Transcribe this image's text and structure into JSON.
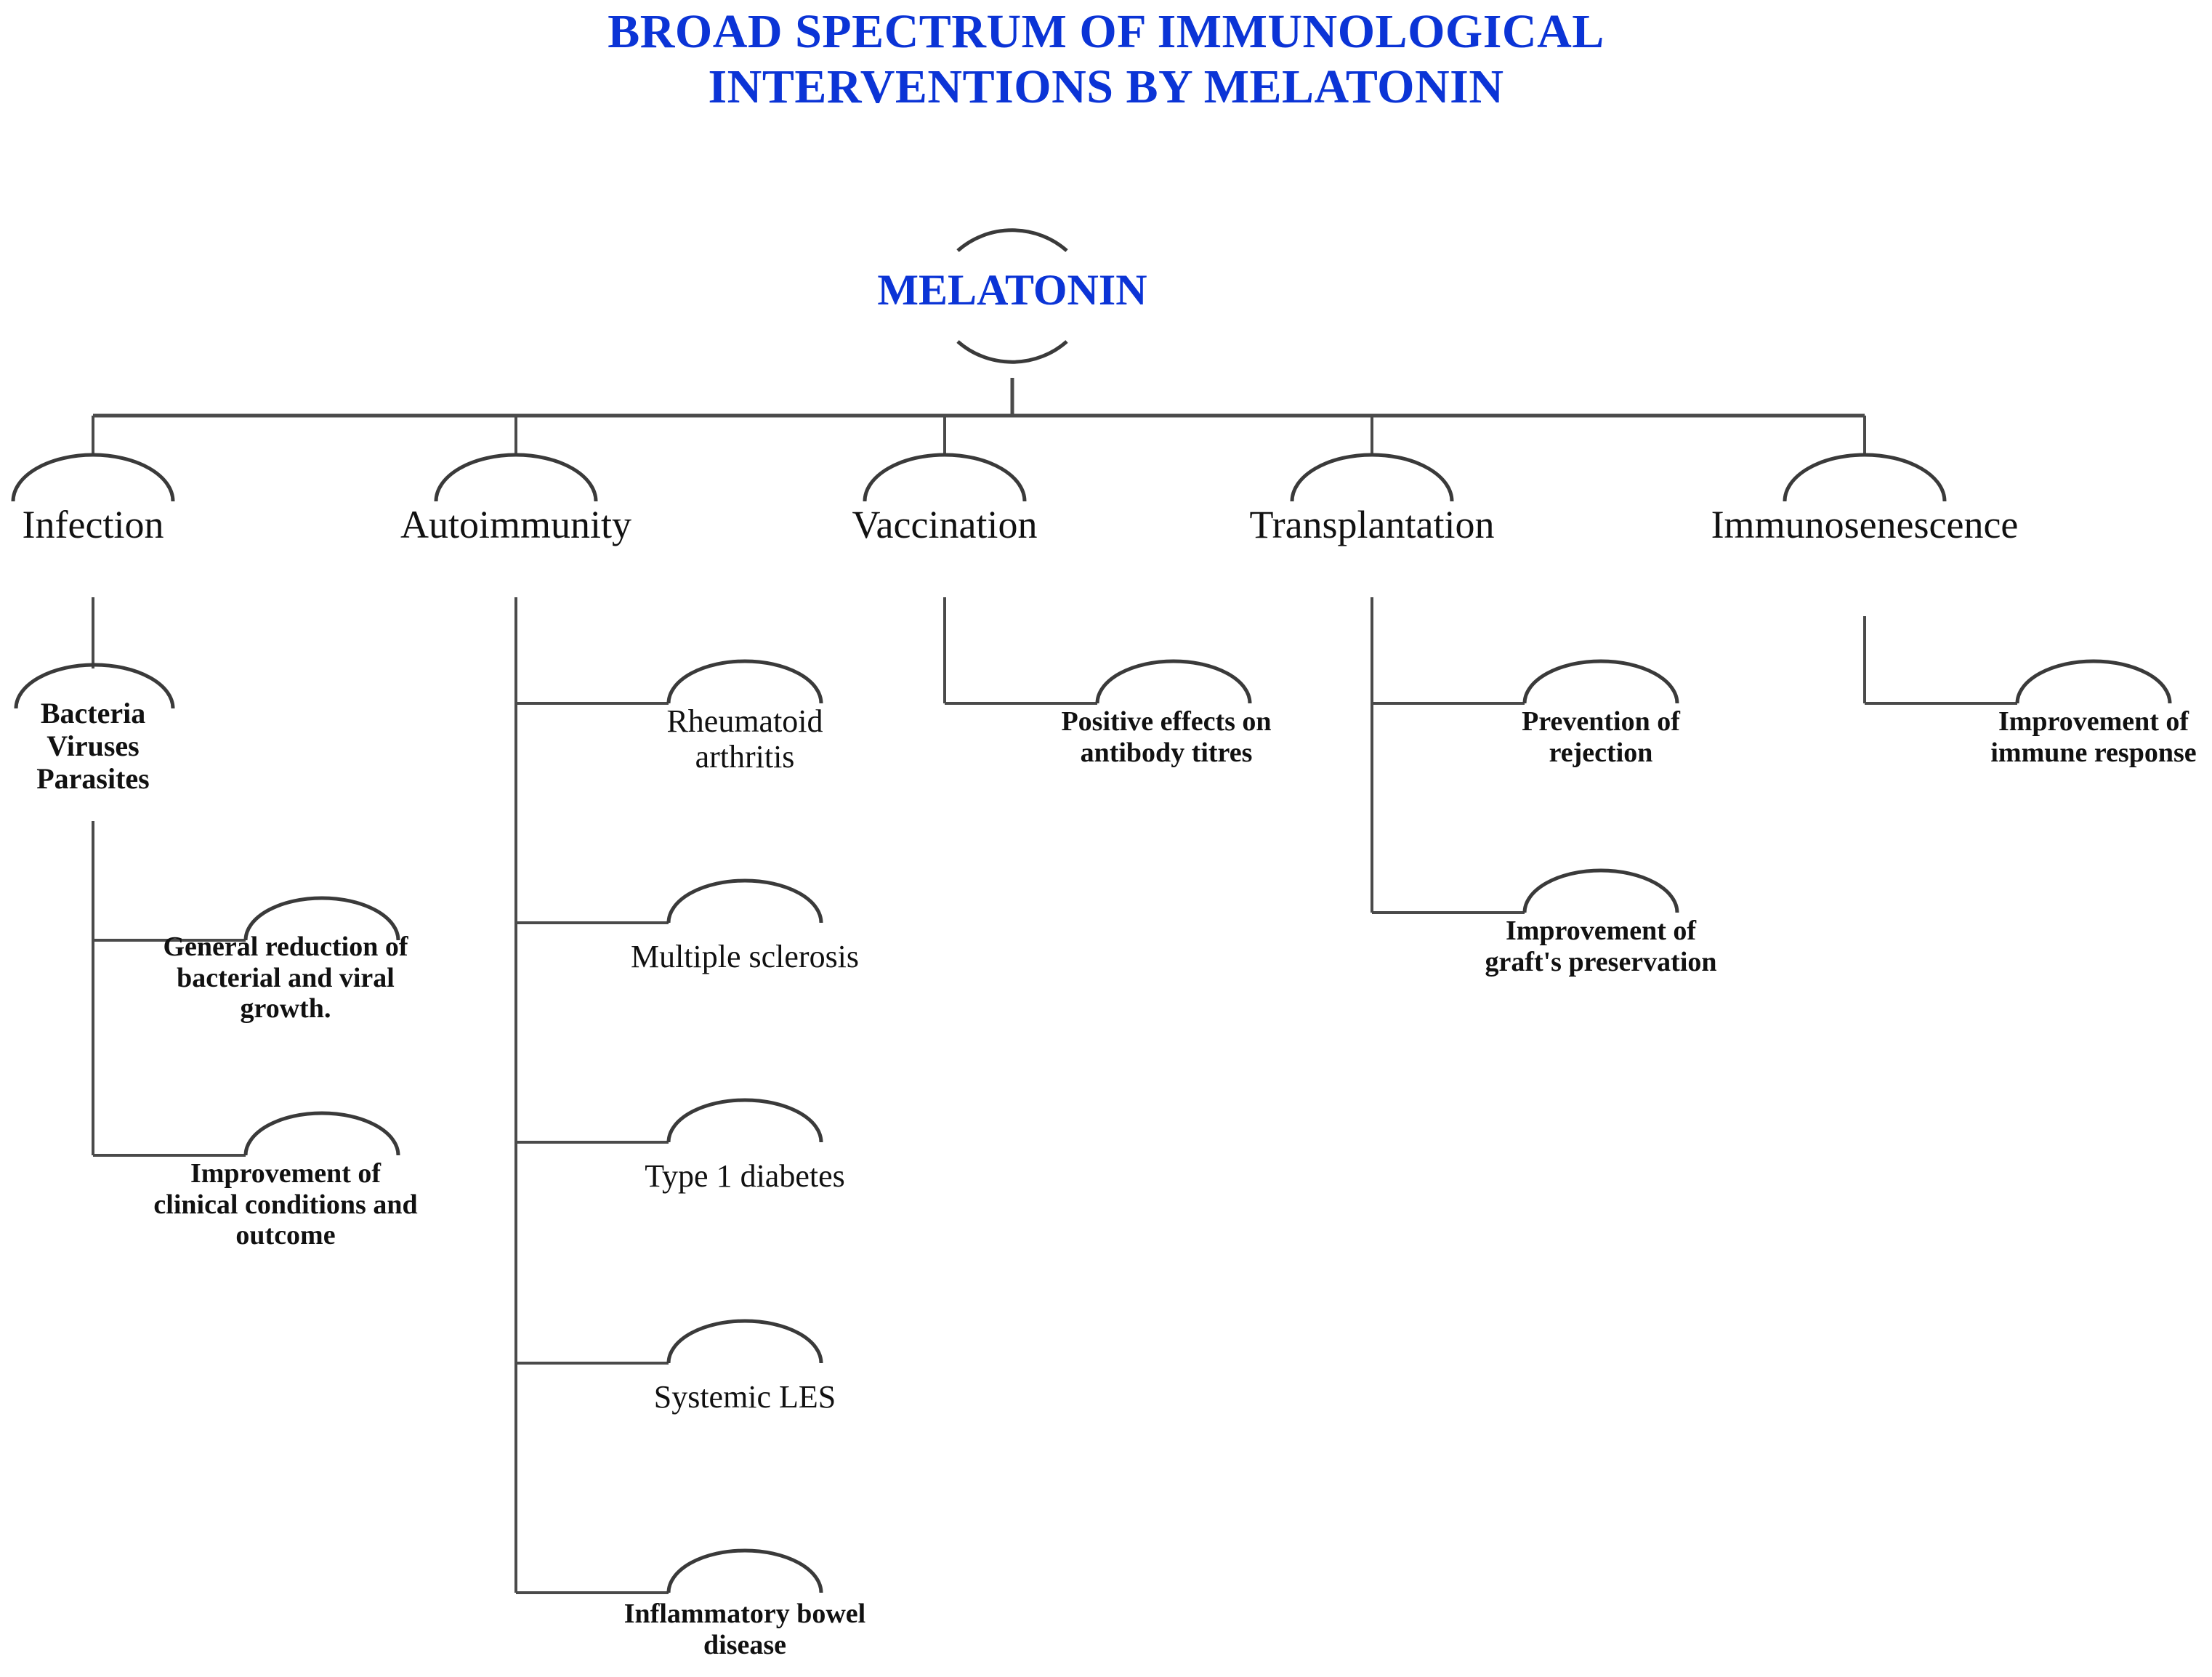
{
  "title": {
    "line1": "BROAD SPECTRUM OF IMMUNOLOGICAL",
    "line2": "INTERVENTIONS BY MELATONIN",
    "color": "#0b34d6"
  },
  "root": {
    "label": "MELATONIN",
    "color": "#0b34d6"
  },
  "branches": [
    {
      "id": "infection",
      "label": "Infection",
      "children": [
        {
          "id": "bacteria-viruses-parasites",
          "label": "Bacteria\nViruses\nParasites",
          "children": [
            {
              "id": "general-reduction",
              "label": "General reduction of\nbacterial and viral\ngrowth."
            },
            {
              "id": "improvement-clinical",
              "label": "Improvement of\nclinical conditions and\noutcome"
            }
          ]
        }
      ]
    },
    {
      "id": "autoimmunity",
      "label": "Autoimmunity",
      "children": [
        {
          "id": "rheumatoid-arthritis",
          "label": "Rheumatoid\narthritis"
        },
        {
          "id": "multiple-sclerosis",
          "label": "Multiple sclerosis"
        },
        {
          "id": "type-1-diabetes",
          "label": "Type 1 diabetes"
        },
        {
          "id": "systemic-les",
          "label": "Systemic LES"
        },
        {
          "id": "inflammatory-bowel-disease",
          "label": "Inflammatory bowel\ndisease"
        }
      ]
    },
    {
      "id": "vaccination",
      "label": "Vaccination",
      "children": [
        {
          "id": "positive-effects-antibody-titres",
          "label": "Positive effects on\nantibody titres"
        }
      ]
    },
    {
      "id": "transplantation",
      "label": "Transplantation",
      "children": [
        {
          "id": "prevention-of-rejection",
          "label": "Prevention of\nrejection"
        },
        {
          "id": "improvement-graft-preservation",
          "label": "Improvement of\ngraft's preservation"
        }
      ]
    },
    {
      "id": "immunosenescence",
      "label": "Immunosenescence",
      "children": [
        {
          "id": "improvement-immune-response",
          "label": "Improvement of\nimmune response"
        }
      ]
    }
  ],
  "chart_data": {
    "type": "table",
    "title": "BROAD SPECTRUM OF IMMUNOLOGICAL INTERVENTIONS BY MELATONIN",
    "root": "MELATONIN",
    "nodes": [
      {
        "level": 1,
        "name": "Infection",
        "parent": "MELATONIN"
      },
      {
        "level": 2,
        "name": "Bacteria Viruses Parasites",
        "parent": "Infection"
      },
      {
        "level": 3,
        "name": "General reduction of bacterial and viral growth.",
        "parent": "Bacteria Viruses Parasites"
      },
      {
        "level": 3,
        "name": "Improvement of clinical conditions and outcome",
        "parent": "Bacteria Viruses Parasites"
      },
      {
        "level": 1,
        "name": "Autoimmunity",
        "parent": "MELATONIN"
      },
      {
        "level": 2,
        "name": "Rheumatoid arthritis",
        "parent": "Autoimmunity"
      },
      {
        "level": 2,
        "name": "Multiple sclerosis",
        "parent": "Autoimmunity"
      },
      {
        "level": 2,
        "name": "Type 1 diabetes",
        "parent": "Autoimmunity"
      },
      {
        "level": 2,
        "name": "Systemic LES",
        "parent": "Autoimmunity"
      },
      {
        "level": 2,
        "name": "Inflammatory bowel disease",
        "parent": "Autoimmunity"
      },
      {
        "level": 1,
        "name": "Vaccination",
        "parent": "MELATONIN"
      },
      {
        "level": 2,
        "name": "Positive effects on antibody titres",
        "parent": "Vaccination"
      },
      {
        "level": 1,
        "name": "Transplantation",
        "parent": "MELATONIN"
      },
      {
        "level": 2,
        "name": "Prevention of rejection",
        "parent": "Transplantation"
      },
      {
        "level": 2,
        "name": "Improvement of graft's preservation",
        "parent": "Transplantation"
      },
      {
        "level": 1,
        "name": "Immunosenescence",
        "parent": "MELATONIN"
      },
      {
        "level": 2,
        "name": "Improvement of immune response",
        "parent": "Immunosenescence"
      }
    ]
  }
}
